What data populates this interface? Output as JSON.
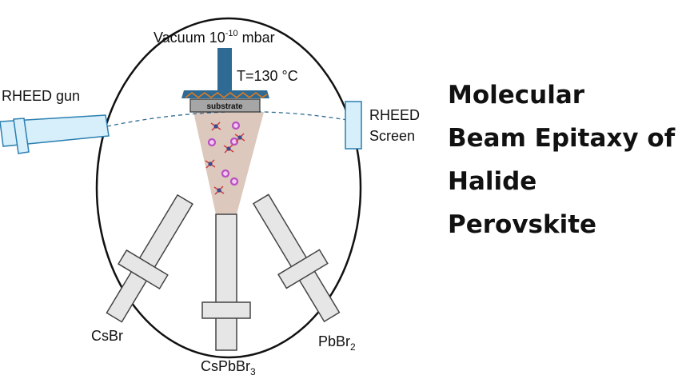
{
  "labels": {
    "vacuum_prefix": "Vacuum 10",
    "vacuum_exp": "-10",
    "vacuum_suffix": " mbar",
    "temperature": "T=130 °C",
    "substrate": "substrate",
    "rheed_gun": "RHEED gun",
    "rheed_screen_line1": "RHEED",
    "rheed_screen_line2": "Screen",
    "source_left": "CsBr",
    "source_center_main": "CsPbBr",
    "source_center_sub": "3",
    "source_right_main": "PbBr",
    "source_right_sub": "2"
  },
  "title_lines": [
    "Molecular",
    "Beam Epitaxy of",
    "Halide",
    "Perovskite"
  ],
  "colors": {
    "outline": "#111111",
    "rheed_fill": "#d7effa",
    "rheed_stroke": "#2a7fb0",
    "holder": "#2e6a93",
    "heater_zigzag": "#e07a1f",
    "substrate_fill": "#a6a6a6",
    "beam_fill": "#dcc8bd",
    "cell_fill": "#e7e6e6",
    "cell_stroke": "#444444",
    "particle_ring": "#b84fc2",
    "molecule_core": "#3d4a8c",
    "molecule_arm": "#d23b3b"
  }
}
